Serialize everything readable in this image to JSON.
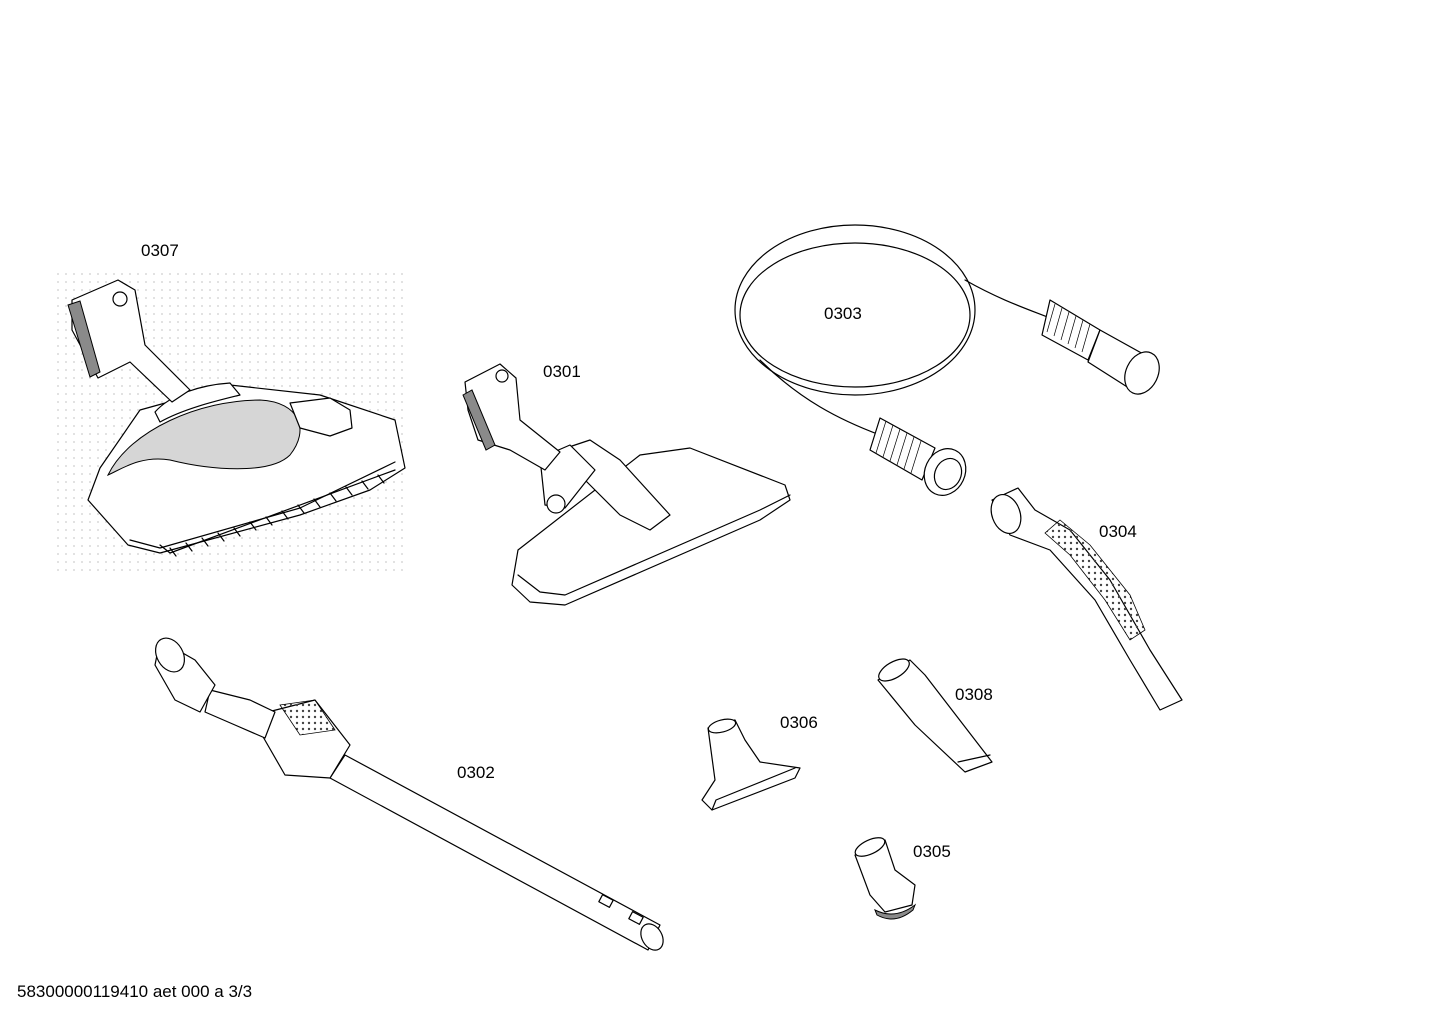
{
  "parts": [
    {
      "id": "0307",
      "name": "turbo-brush-floor-nozzle"
    },
    {
      "id": "0301",
      "name": "floor-nozzle"
    },
    {
      "id": "0303",
      "name": "suction-hose"
    },
    {
      "id": "0304",
      "name": "hose-handle"
    },
    {
      "id": "0302",
      "name": "telescopic-tube"
    },
    {
      "id": "0306",
      "name": "upholstery-nozzle"
    },
    {
      "id": "0308",
      "name": "crevice-nozzle"
    },
    {
      "id": "0305",
      "name": "small-brush-nozzle"
    }
  ],
  "labels": {
    "p0307": "0307",
    "p0301": "0301",
    "p0303": "0303",
    "p0304": "0304",
    "p0302": "0302",
    "p0306": "0306",
    "p0308": "0308",
    "p0305": "0305"
  },
  "footer": "58300000119410 aet 000 a 3/3"
}
